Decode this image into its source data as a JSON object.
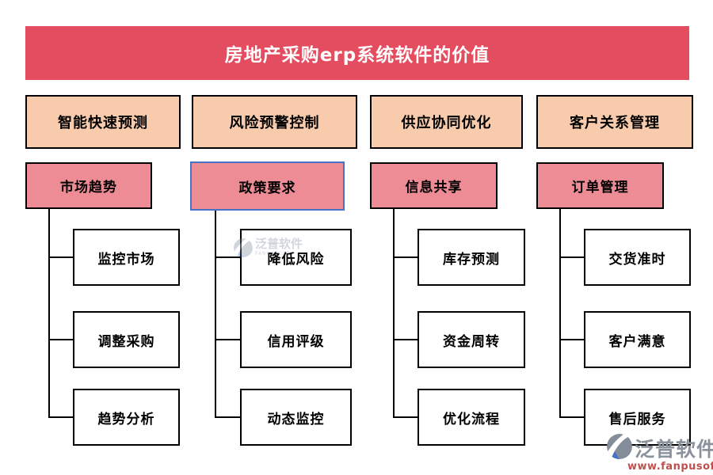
{
  "title": {
    "text": "房地产采购erp系统软件的价值"
  },
  "columns": [
    {
      "header": "智能快速预测",
      "sub": "市场趋势",
      "items": [
        "监控市场",
        "调整采购",
        "趋势分析"
      ],
      "selected": false
    },
    {
      "header": "风险预警控制",
      "sub": "政策要求",
      "items": [
        "降低风险",
        "信用评级",
        "动态监控"
      ],
      "selected": true
    },
    {
      "header": "供应协同优化",
      "sub": "信息共享",
      "items": [
        "库存预测",
        "资金周转",
        "优化流程"
      ],
      "selected": false
    },
    {
      "header": "客户关系管理",
      "sub": "订单管理",
      "items": [
        "交货准时",
        "客户满意",
        "售后服务"
      ],
      "selected": false
    }
  ],
  "watermark": {
    "brand": "泛普软件",
    "subtext": "FANPUSOFT"
  },
  "footer": {
    "brand": "泛普软件",
    "website": "www.fanpusoft.com"
  },
  "colors": {
    "banner_red": "#E44C5F",
    "header_peach": "#F8CBAD",
    "sub_pink": "#EE8C96",
    "selection_blue": "#4472C4",
    "website_red": "#C0504D",
    "logo_gray": "#8A929C"
  }
}
